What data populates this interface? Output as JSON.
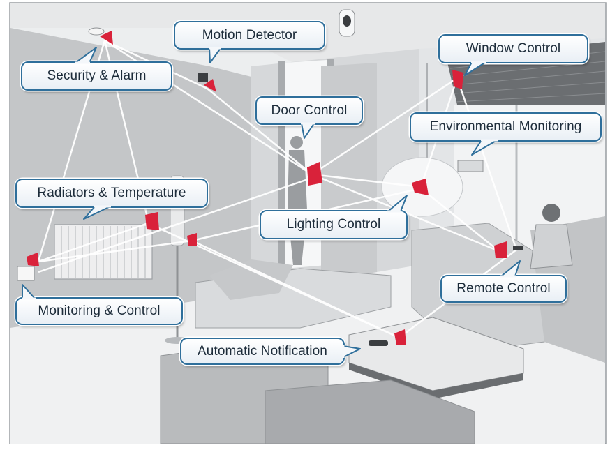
{
  "diagram": {
    "labels": {
      "motion_detector": "Motion Detector",
      "security_alarm": "Security & Alarm",
      "window_control": "Window Control",
      "door_control": "Door Control",
      "environmental_monitoring": "Environmental Monitoring",
      "radiators_temperature": "Radiators & Temperature",
      "lighting_control": "Lighting Control",
      "remote_control": "Remote Control",
      "monitoring_control": "Monitoring & Control",
      "automatic_notification": "Automatic Notification"
    },
    "colors": {
      "callout_border": "#2f6f9b",
      "callout_fill": "#f4f7fa",
      "callout_text": "#1d2c3a",
      "signal_red": "#d9223a",
      "link_line": "#ffffff"
    },
    "icons": [
      "motion-sensor-icon",
      "wireless-signal-icon",
      "person-icon"
    ]
  }
}
